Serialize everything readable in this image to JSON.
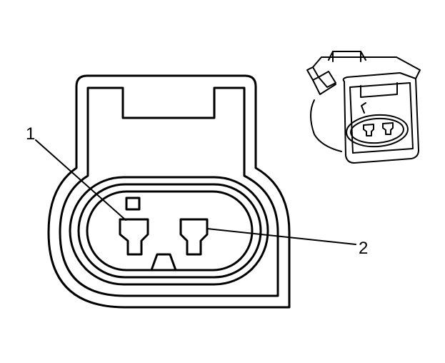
{
  "callouts": [
    {
      "id": "1",
      "label": "1"
    },
    {
      "id": "2",
      "label": "2"
    }
  ],
  "colors": {
    "stroke": "#000000",
    "background": "#ffffff"
  }
}
